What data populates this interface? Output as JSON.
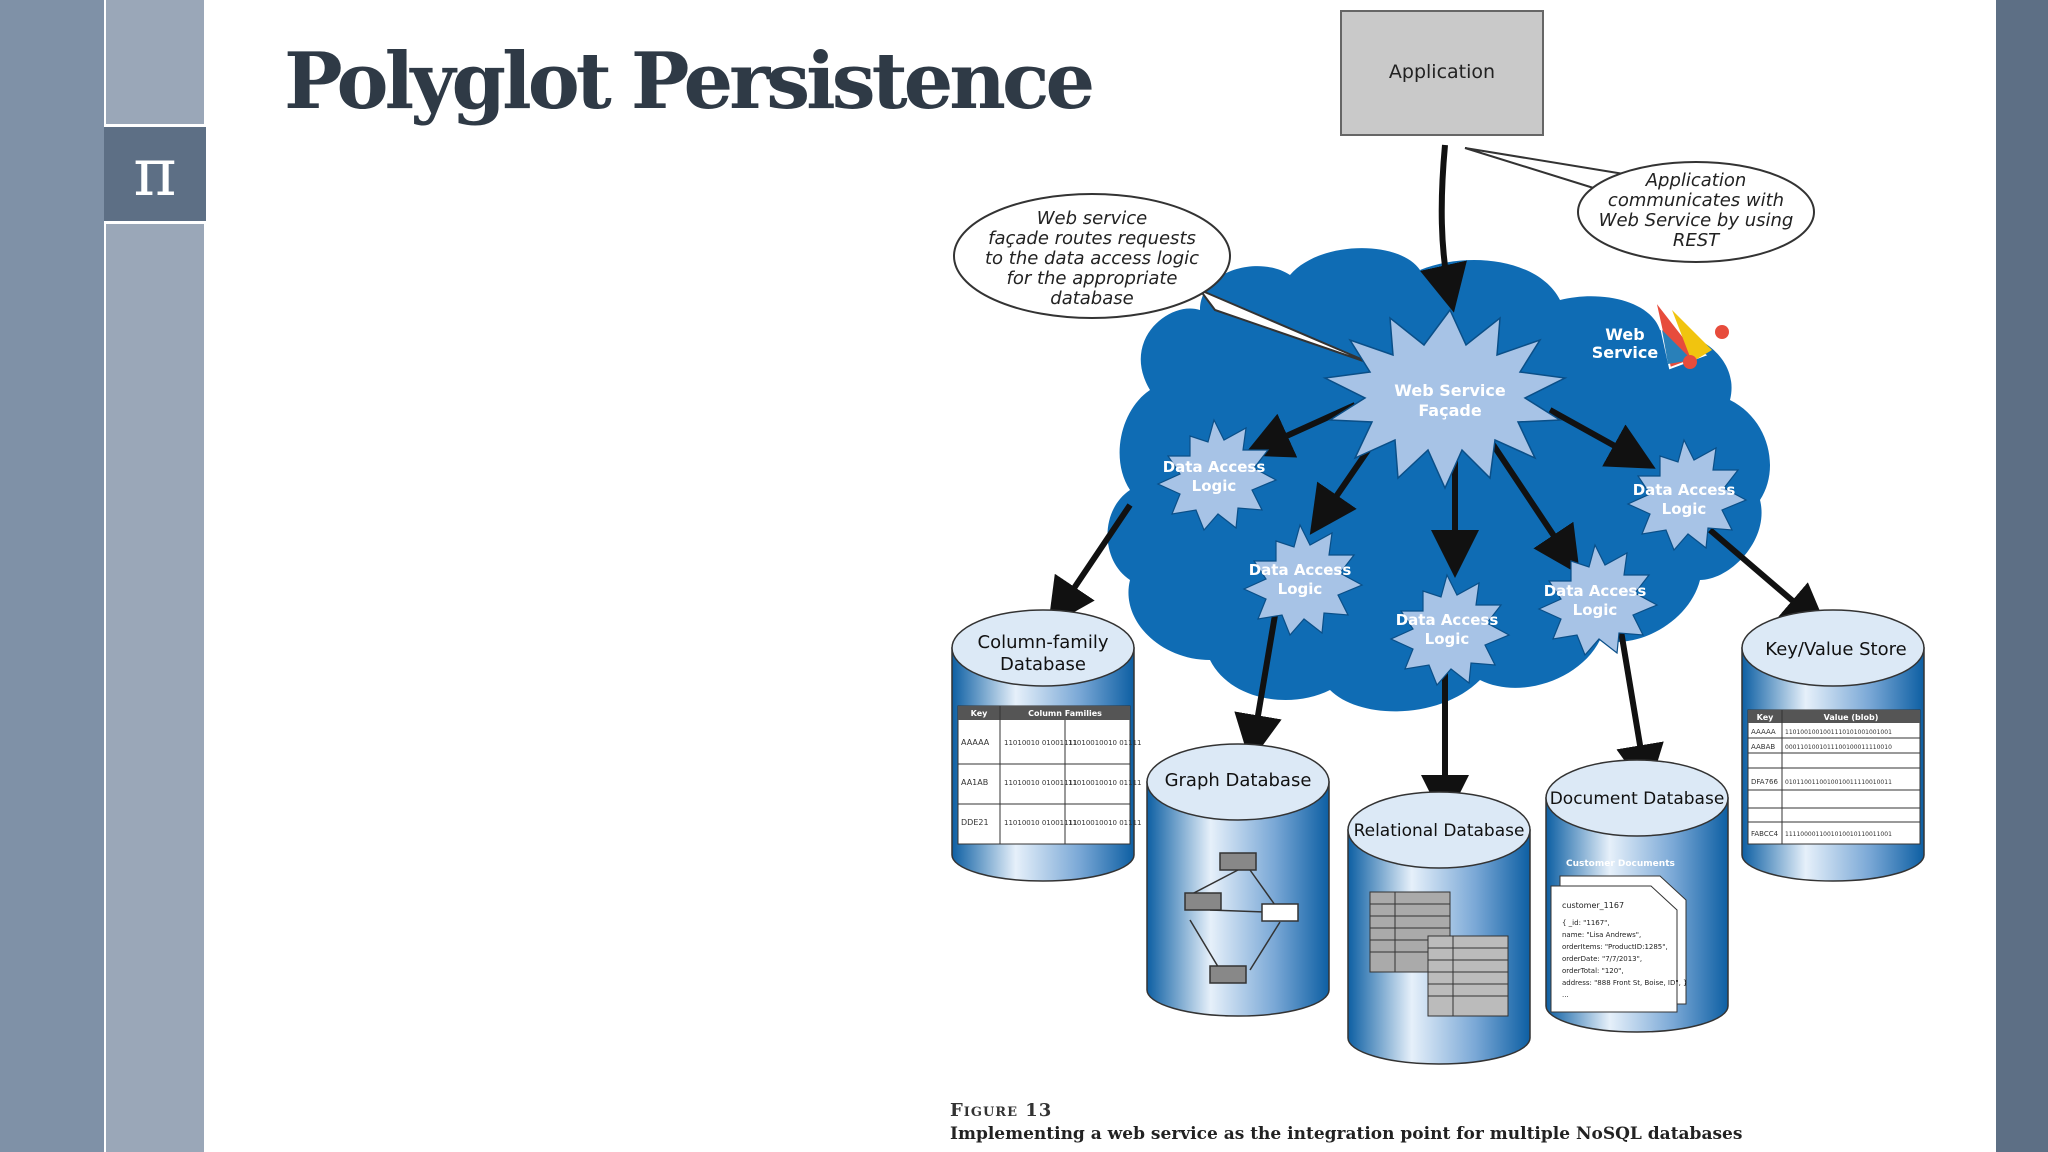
{
  "slide": {
    "title": "Polyglot Persistence",
    "logo_symbol": "π",
    "colors": {
      "title": "#2f3a46",
      "left_bar": "#7f91a7",
      "right_bar": "#5d6f85",
      "cloud": "#0f6cb4",
      "star": "#a7c3e6"
    }
  },
  "diagram": {
    "application": "Application",
    "callout_right": [
      "Application",
      "communicates with",
      "Web Service by using",
      "REST"
    ],
    "callout_left": [
      "Web service",
      "façade routes requests",
      "to the data access logic",
      "for the appropriate",
      "database"
    ],
    "web_service_icon_label": [
      "Web",
      "Service"
    ],
    "facade": [
      "Web Service",
      "Façade"
    ],
    "dal": [
      "Data Access",
      "Logic"
    ],
    "databases": {
      "column_family": {
        "title": [
          "Column-family",
          "Database"
        ],
        "headers": [
          "Key",
          "Column Families"
        ],
        "rows": [
          [
            "AAAAA",
            "11010010 01001111",
            "11010010010 01111"
          ],
          [
            "AA1AB",
            "11010010 01001111",
            "11010010010 01111"
          ],
          [
            "DDE21",
            "11010010 01001111",
            "11010010010 01111"
          ]
        ]
      },
      "graph": {
        "title": "Graph Database"
      },
      "relational": {
        "title": "Relational Database"
      },
      "document": {
        "title": "Document Database",
        "subtitle": "Customer Documents",
        "lines": [
          "customer_1167",
          "{ _id: \"1167\",",
          "name: \"Lisa Andrews\",",
          "orderItems: \"ProductID:1285\",",
          "orderDate: \"7/7/2013\",",
          "orderTotal: \"120\",",
          "address: \"888 Front St, Boise, ID\", }",
          "..."
        ]
      },
      "key_value": {
        "title": "Key/Value Store",
        "headers": [
          "Key",
          "Value (blob)"
        ],
        "rows": [
          [
            "AAAAA",
            "1101001001001110101001001001"
          ],
          [
            "AABAB",
            "0001101001011100100011110010"
          ],
          [
            "",
            ""
          ],
          [
            "DFA766",
            "0101100110010010011110010011"
          ],
          [
            "",
            ""
          ],
          [
            "FABCC4",
            "1111000011001010010110011001"
          ]
        ]
      }
    }
  },
  "caption": {
    "label": "Figure 13",
    "text": "Implementing a web service as the integration point for multiple NoSQL databases"
  }
}
